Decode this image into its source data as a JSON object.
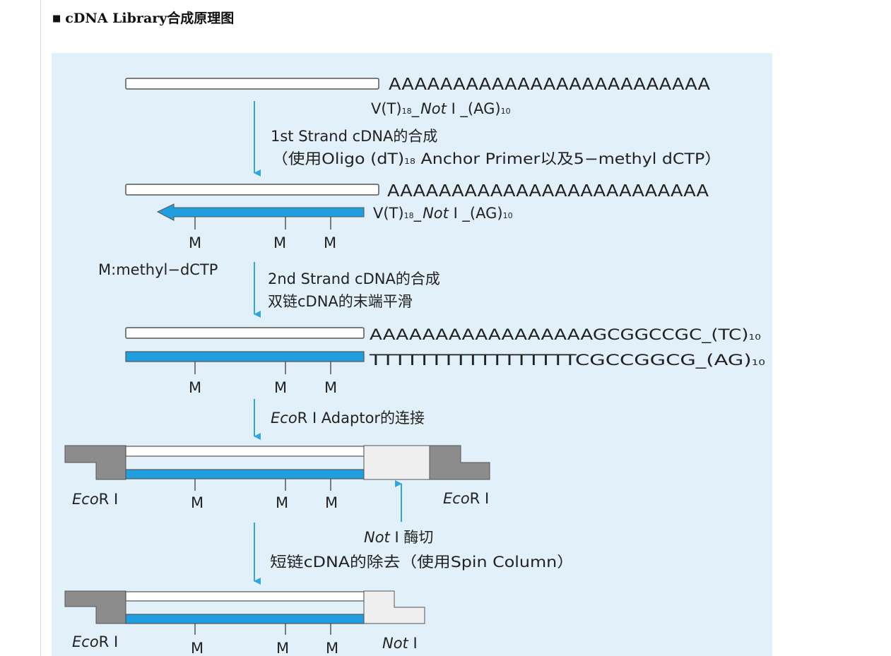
{
  "heading": {
    "bullet": "■",
    "text": "cDNA Library合成原理图"
  },
  "diagram": {
    "colors": {
      "panel_bg": "#e2f0fa",
      "new_strand": "#1f9fe0",
      "arrow": "#2ea6df",
      "adaptor_dark": "#8c8c8c",
      "adaptor_light": "#efefef",
      "strand_outline": "#555555"
    },
    "mrna_tail": "AAAAAAAAAAAAAAAAAAAAAAAAA",
    "primer": {
      "prefix": "V(T)",
      "sub18": "18",
      "mid": "_",
      "not": "Not",
      "site": " I _(AG)",
      "sub10": "10"
    },
    "step1": {
      "line1": "1st Strand cDNA的合成",
      "line2a": "（使用Oligo (dT)",
      "sub18": "18",
      "line2b": " Anchor Primer以及5−methyl dCTP）"
    },
    "m": "M",
    "m_legend": "M:methyl−dCTP",
    "step2": {
      "line1": "2nd Strand cDNA的合成",
      "line2": "双链cDNA的末端平滑"
    },
    "ds_top": {
      "seq": "AAAAAAAAAAAAAAAAAGCGGCCGC_(TC)",
      "sub": "10"
    },
    "ds_bottom": {
      "seq": "TTTTTTTTTTTTTTTTTCGCCGGCG_(AG)",
      "sub": "10"
    },
    "step3": {
      "eco": "Eco",
      "rest": "R I Adaptor的连接"
    },
    "ecori": {
      "eco": "Eco",
      "r": "R I"
    },
    "step4": {
      "not": "Not",
      "rest": " I 酶切",
      "line2": "短链cDNA的除去（使用Spin Column）"
    },
    "noti": {
      "not": "Not",
      "i": " I"
    }
  }
}
